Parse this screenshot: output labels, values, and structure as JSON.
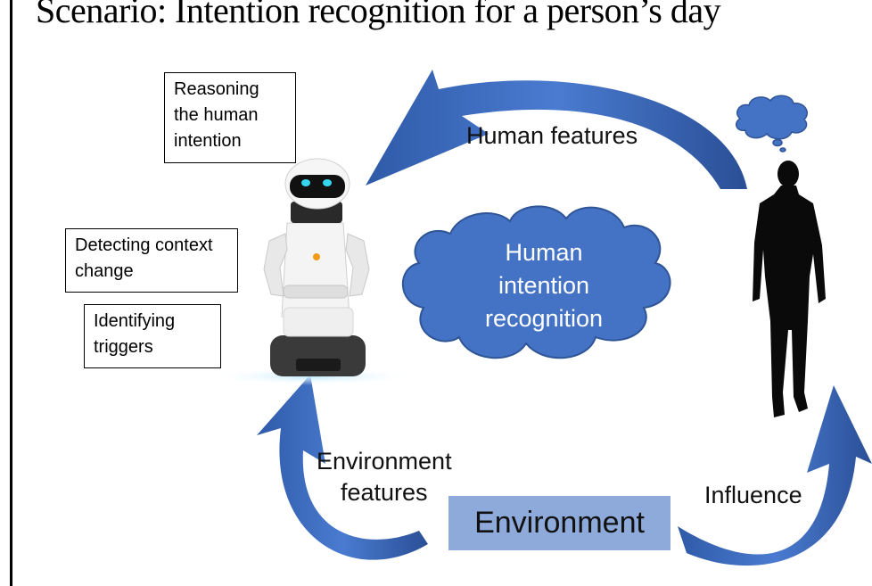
{
  "title": "Scenario: Intention recognition for a person’s day",
  "boxes": {
    "reasoning": "Reasoning the human intention",
    "detecting": "Detecting context change",
    "identifying": "Identifying triggers"
  },
  "labels": {
    "human_features": "Human features",
    "environment_features_line1": "Environment",
    "environment_features_line2": "features",
    "influence": "Influence",
    "environment": "Environment"
  },
  "cloud": {
    "line1": "Human",
    "line2": "intention",
    "line3": "recognition"
  },
  "colors": {
    "arrow": "#4472c4",
    "cloud": "#4472c4",
    "environment_box": "#8eaadb"
  }
}
